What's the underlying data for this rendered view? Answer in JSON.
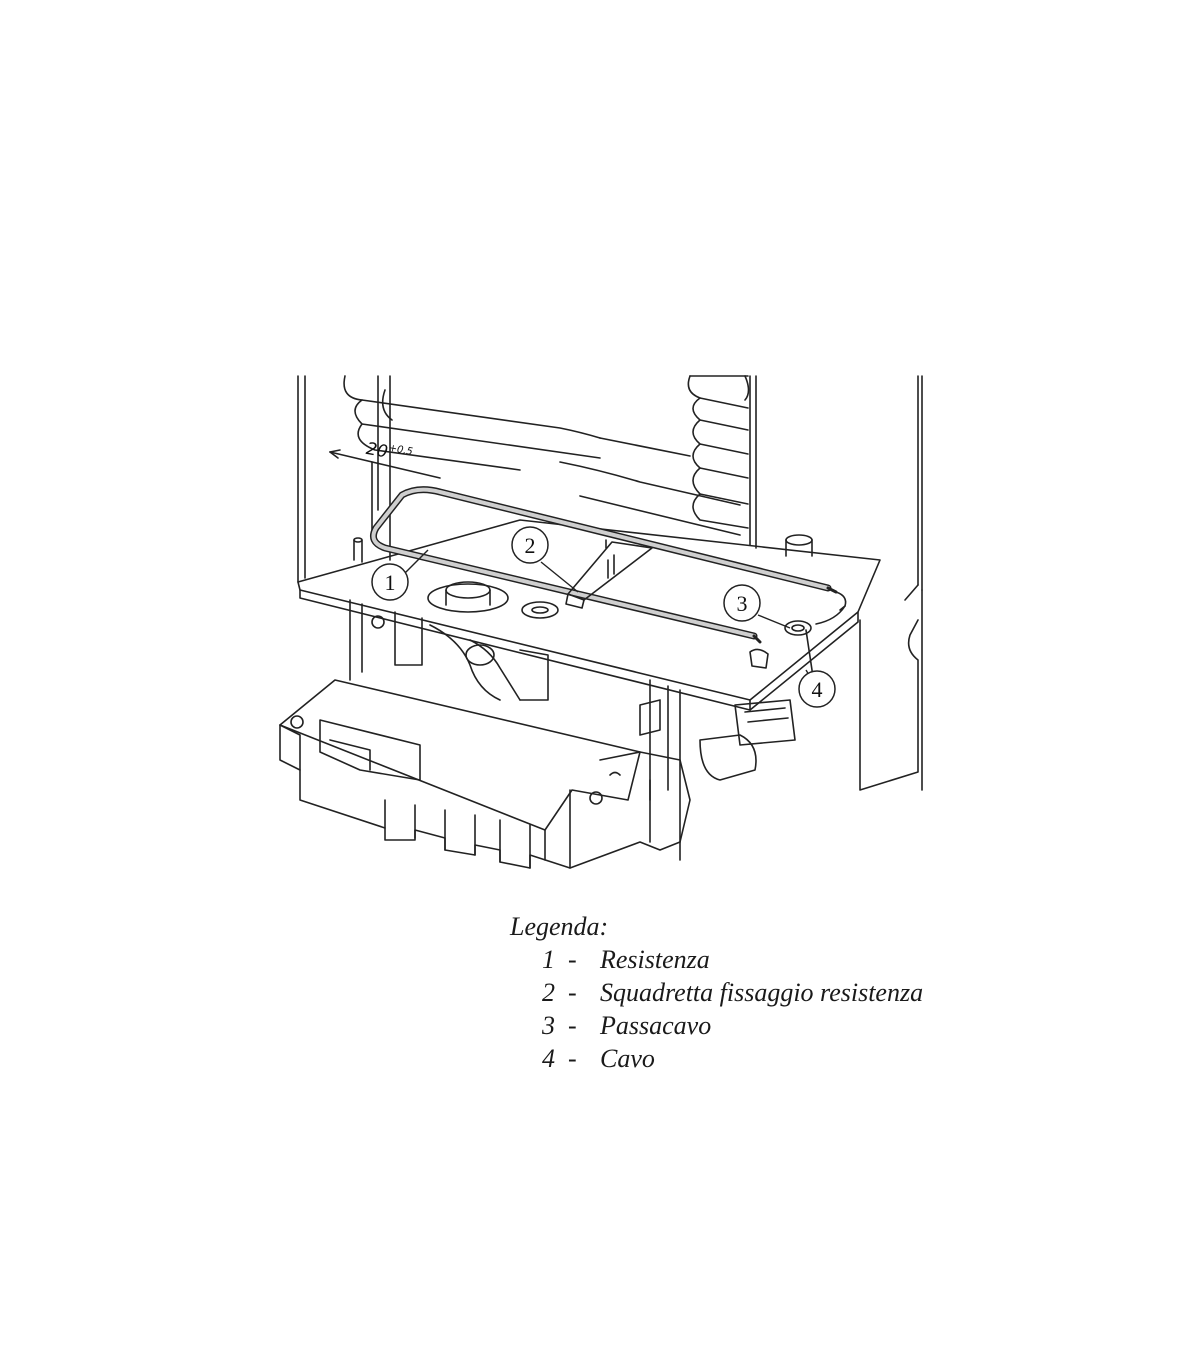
{
  "dimension": {
    "base": "20",
    "tolerance": "+0,5"
  },
  "callouts": [
    "1",
    "2",
    "3",
    "4"
  ],
  "legend": {
    "title": "Legenda:",
    "separator": "-",
    "items": [
      {
        "number": "1",
        "label": "Resistenza"
      },
      {
        "number": "2",
        "label": "Squadretta fissaggio resistenza"
      },
      {
        "number": "3",
        "label": "Passacavo"
      },
      {
        "number": "4",
        "label": "Cavo"
      }
    ]
  }
}
